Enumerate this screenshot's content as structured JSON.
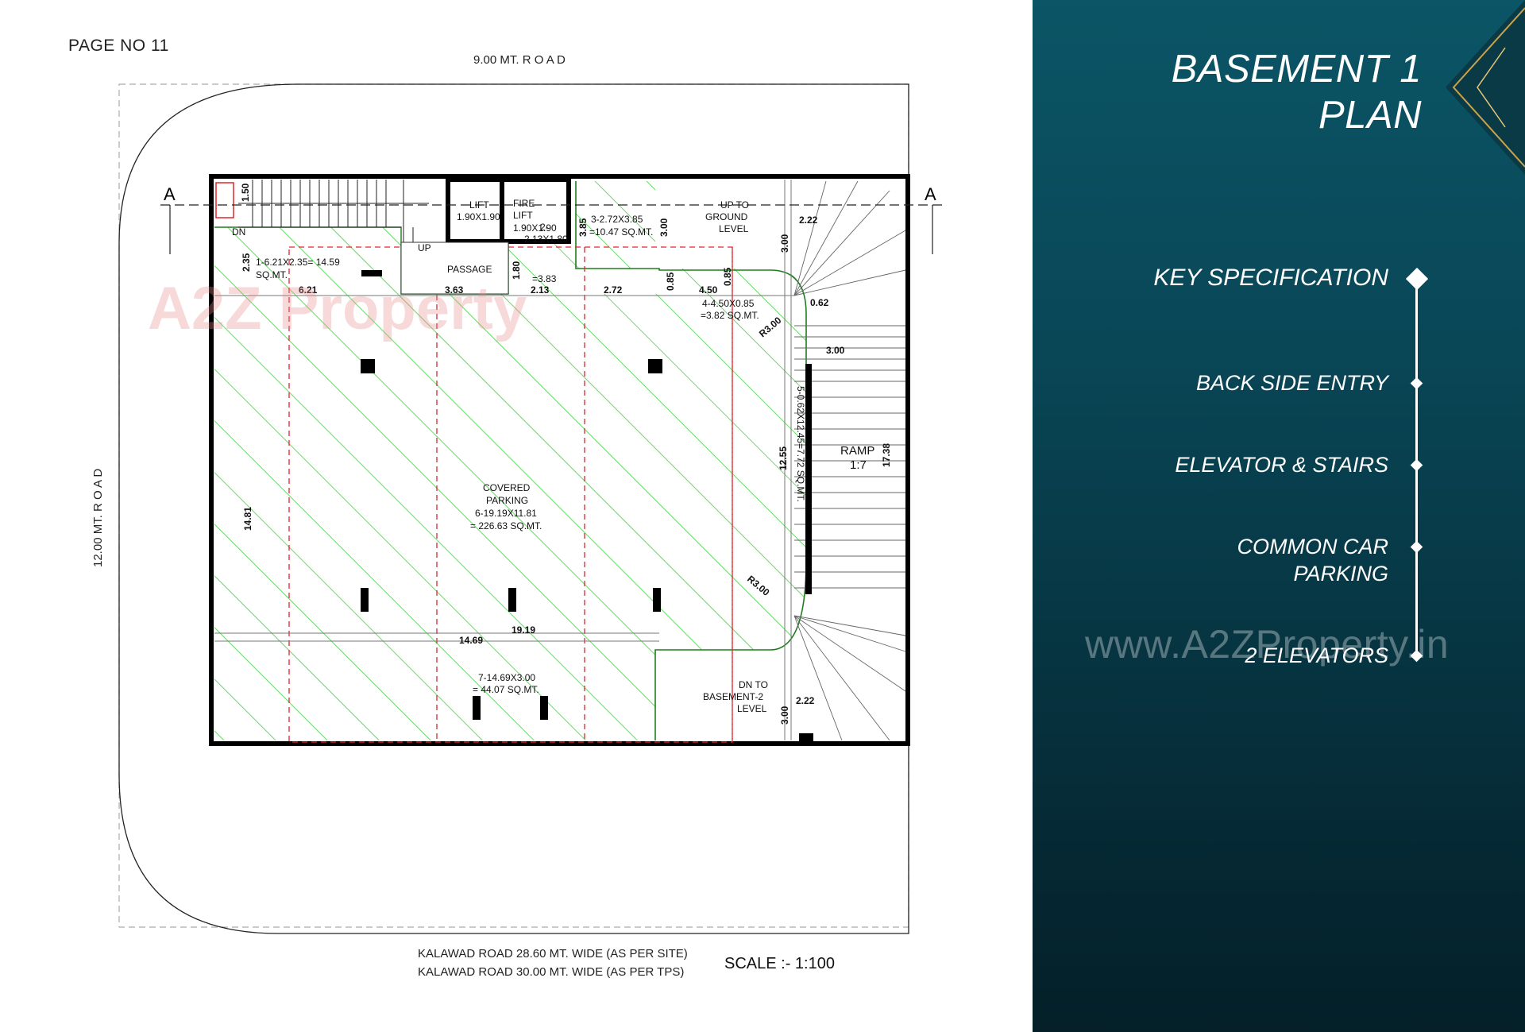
{
  "page": {
    "page_no": "PAGE NO 11"
  },
  "plan": {
    "road_top": "9.00 MT.  R O A D",
    "road_left": "12.00 MT.  R O A D",
    "road_bottom_1": "KALAWAD ROAD  28.60 MT. WIDE (AS PER SITE)",
    "road_bottom_2": "KALAWAD ROAD  30.00 MT. WIDE (AS PER TPS)",
    "scale": "SCALE :- 1:100",
    "section_a": "A",
    "dn": "DN",
    "up": "UP",
    "lift_1": "LIFT",
    "lift_1_dim": "1.90X1.90",
    "fire_lift_1": "FIRE",
    "fire_lift_2": "LIFT",
    "fire_lift_dim": "1.90X1.90",
    "passage": "PASSAGE",
    "up_ground_1": "UP TO",
    "up_ground_2": "GROUND",
    "up_ground_3": "LEVEL",
    "area_1a": "1-6.21X2.35= 14.59",
    "area_1b": "SQ.MT.",
    "area_2a": "2-",
    "area_2b": "2.13X1.80",
    "area_2c": "=3.83",
    "area_3a": "3-2.72X3.85",
    "area_3b": "=10.47 SQ.MT.",
    "area_4a": "4-4.50X0.85",
    "area_4b": "=3.82 SQ.MT.",
    "area_5": "5-0.62X12.45=7.72 SQ.MT.",
    "covered_1": "COVERED",
    "covered_2": "PARKING",
    "covered_3": "6-19.19X11.81",
    "covered_4": "= 226.63 SQ.MT.",
    "area_7a": "7-14.69X3.00",
    "area_7b": "= 44.07 SQ.MT.",
    "ramp_1": "RAMP",
    "ramp_2": "1:7",
    "dn_b2_1": "DN TO",
    "dn_b2_2": "BASEMENT-2",
    "dn_b2_3": "LEVEL",
    "d_1_50": "1.50",
    "d_2_35": "2.35",
    "d_6_21": "6.21",
    "d_3_63": "3.63",
    "d_1_80": "1.80",
    "d_2_13": "2.13",
    "d_2_72": "2.72",
    "d_0_85a": "0.85",
    "d_4_50": "4.50",
    "d_0_85b": "0.85",
    "d_3_85": "3.85",
    "d_3_00a": "3.00",
    "d_3_00b": "3.00",
    "d_2_22a": "2.22",
    "d_0_62": "0.62",
    "d_3_00c": "3.00",
    "d_r3_a": "R3.00",
    "d_r3_b": "R3.00",
    "d_12_55": "12.55",
    "d_17_38": "17.38",
    "d_14_81": "14.81",
    "d_19_19": "19.19",
    "d_14_69": "14.69",
    "d_2_22b": "2.22",
    "d_3_00d": "3.00",
    "watermark": "A2Z Property"
  },
  "panel": {
    "title_line1": "BASEMENT 1",
    "title_line2": "PLAN",
    "items": [
      "KEY SPECIFICATION",
      "BACK SIDE ENTRY",
      "ELEVATOR & STAIRS",
      "COMMON CAR",
      "PARKING",
      "2 ELEVATORS"
    ],
    "watermark": "www.A2ZProperty.in"
  },
  "colors": {
    "panel_top": "#0b5566",
    "panel_bottom": "#041f28",
    "hatch": "#3fd23f",
    "dash_red": "#e0262a",
    "gold": "#c9a24a"
  }
}
